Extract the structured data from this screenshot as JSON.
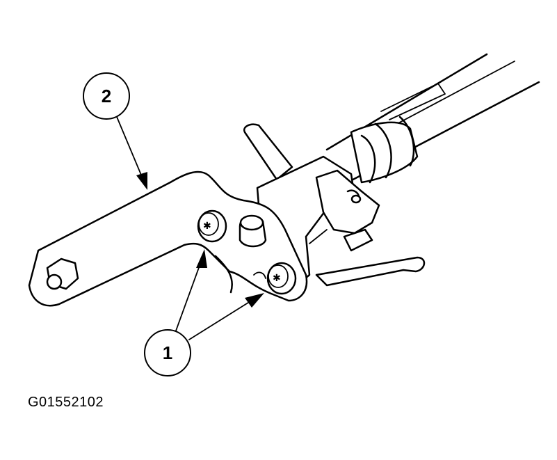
{
  "callouts": [
    {
      "id": "callout-1",
      "label": "1"
    },
    {
      "id": "callout-2",
      "label": "2"
    }
  ],
  "figure_code": "G01552102",
  "colors": {
    "ink": "#000000",
    "background": "#ffffff"
  }
}
